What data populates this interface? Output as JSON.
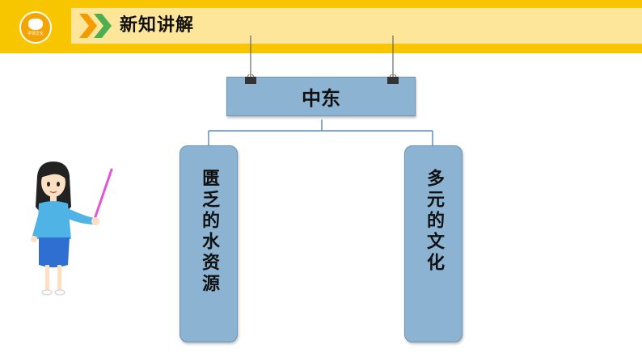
{
  "header": {
    "title": "新知讲解",
    "logo_text": "学领文化",
    "colors": {
      "bar": "#f7c600",
      "strip": "#fde69a",
      "chevron_orange": "#f59a00",
      "chevron_green": "#4caf50"
    }
  },
  "diagram": {
    "root": "中东",
    "children": [
      {
        "label": "匮乏的水资源"
      },
      {
        "label": "多元的文化"
      }
    ],
    "colors": {
      "box_fill": "#8db3d3",
      "connector": "#5a8fc0"
    }
  },
  "illustration": {
    "teacher_icon": "teacher-with-pointer-icon"
  }
}
